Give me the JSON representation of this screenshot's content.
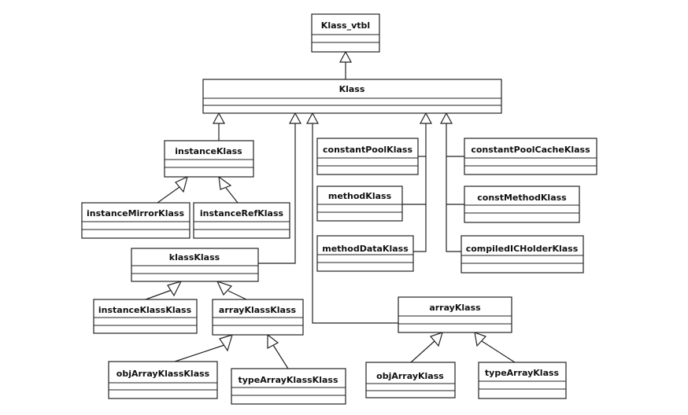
{
  "diagram": {
    "type": "uml-class-inheritance",
    "classes": {
      "klass_vtbl": "Klass_vtbl",
      "klass": "Klass",
      "instance_klass": "instanceKlass",
      "instance_mirror_klass": "instanceMirrorKlass",
      "instance_ref_klass": "instanceRefKlass",
      "klass_klass": "klassKlass",
      "instance_klass_klass": "instanceKlassKlass",
      "array_klass_klass": "arrayKlassKlass",
      "obj_array_klass_klass": "objArrayKlassKlass",
      "type_array_klass_klass": "typeArrayKlassKlass",
      "constant_pool_klass": "constantPoolKlass",
      "method_klass": "methodKlass",
      "method_data_klass": "methodDataKlass",
      "constant_pool_cache_klass": "constantPoolCacheKlass",
      "const_method_klass": "constMethodKlass",
      "compiled_ic_holder_klass": "compiledICHolderKlass",
      "array_klass": "arrayKlass",
      "obj_array_klass": "objArrayKlass",
      "type_array_klass": "typeArrayKlass"
    },
    "inheritance": [
      [
        "klass",
        "klass_vtbl"
      ],
      [
        "instance_klass",
        "klass"
      ],
      [
        "klass_klass",
        "klass"
      ],
      [
        "array_klass",
        "klass"
      ],
      [
        "constant_pool_klass",
        "klass"
      ],
      [
        "method_klass",
        "klass"
      ],
      [
        "method_data_klass",
        "klass"
      ],
      [
        "constant_pool_cache_klass",
        "klass"
      ],
      [
        "const_method_klass",
        "klass"
      ],
      [
        "compiled_ic_holder_klass",
        "klass"
      ],
      [
        "instance_mirror_klass",
        "instance_klass"
      ],
      [
        "instance_ref_klass",
        "instance_klass"
      ],
      [
        "instance_klass_klass",
        "klass_klass"
      ],
      [
        "array_klass_klass",
        "klass_klass"
      ],
      [
        "obj_array_klass_klass",
        "array_klass_klass"
      ],
      [
        "type_array_klass_klass",
        "array_klass_klass"
      ],
      [
        "obj_array_klass",
        "array_klass"
      ],
      [
        "type_array_klass",
        "array_klass"
      ]
    ]
  }
}
